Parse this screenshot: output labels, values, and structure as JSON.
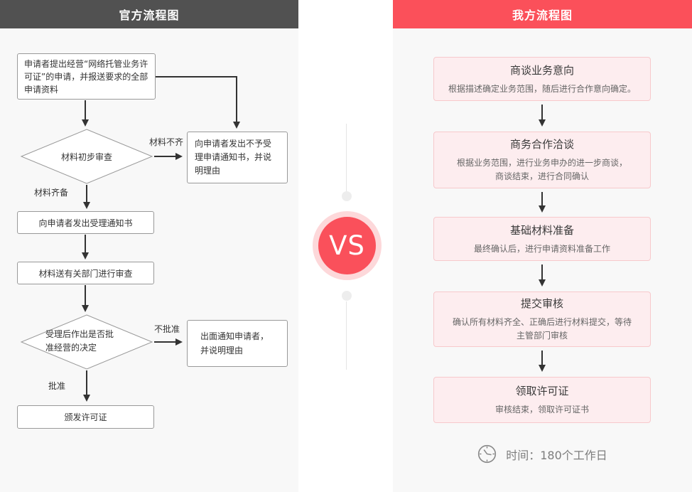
{
  "colors": {
    "header_dark": "#515151",
    "accent_red": "#fb505a",
    "vs_ring_pink": "#fdd8da",
    "panel_bg": "#f8f8f8",
    "step_box_bg": "#fdedef",
    "step_box_border": "#f7c9cc"
  },
  "vs": {
    "label": "VS"
  },
  "official": {
    "title": "官方流程图",
    "steps": {
      "apply": "申请者提出经营“网络托管业务许可证”的申请，并报送要求的全部申请资料",
      "initial_review": "材料初步审查",
      "reject_notice": "向申请者发出不予受\n理申请通知书，并说\n明理由",
      "accept_notice": "向申请者发出受理通知书",
      "dept_review": "材料送有关部门进行审查",
      "decision": "受理后作出是否批\n准经营的决定",
      "notify": "出面通知申请者，\n并说明理由",
      "issue": "颁发许可证"
    },
    "labels": {
      "incomplete": "材料不齐",
      "complete": "材料齐备",
      "not_approved": "不批准",
      "approved": "批准"
    }
  },
  "ours": {
    "title": "我方流程图",
    "steps": [
      {
        "title": "商谈业务意向",
        "desc": "根据描述确定业务范围，随后进行合作意向确定。"
      },
      {
        "title": "商务合作洽谈",
        "desc": "根据业务范围，进行业务申办的进一步商谈，\n商谈结束，进行合同确认"
      },
      {
        "title": "基础材料准备",
        "desc": "最终确认后，进行申请资料准备工作"
      },
      {
        "title": "提交审核",
        "desc": "确认所有材料齐全、正确后进行材料提交，等待\n主管部门审核"
      },
      {
        "title": "领取许可证",
        "desc": "审核结束，领取许可证书"
      }
    ],
    "time_icon": "clock-icon",
    "time_note": "时间：180个工作日"
  }
}
